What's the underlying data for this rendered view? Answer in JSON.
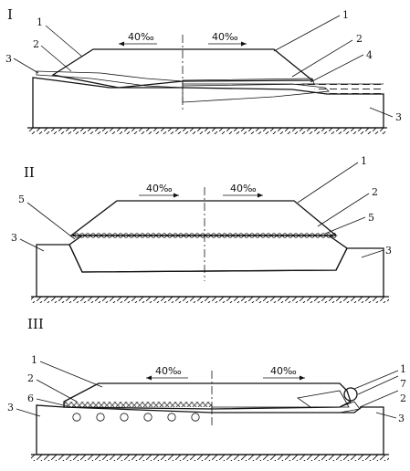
{
  "panels": [
    {
      "id": "I",
      "roman": "I",
      "slope_left": "40‰",
      "slope_right": "40‰",
      "labels": {
        "l1": "1",
        "l2": "2",
        "l3": "3",
        "r1": "1",
        "r2": "2",
        "r4": "4",
        "r3": "3"
      }
    },
    {
      "id": "II",
      "roman": "II",
      "slope_left": "40‰",
      "slope_right": "40‰",
      "labels": {
        "l5": "5",
        "l3": "3",
        "r1": "1",
        "r2": "2",
        "r5": "5",
        "r3": "3"
      }
    },
    {
      "id": "III",
      "roman": "III",
      "slope_left": "40‰",
      "slope_right": "40‰",
      "labels": {
        "l1": "1",
        "l2": "2",
        "l6": "6",
        "l3": "3",
        "r1": "1",
        "r7": "7",
        "r2": "2",
        "r3": "3"
      }
    }
  ],
  "colors": {
    "ink": "#111111",
    "paper": "#ffffff"
  }
}
